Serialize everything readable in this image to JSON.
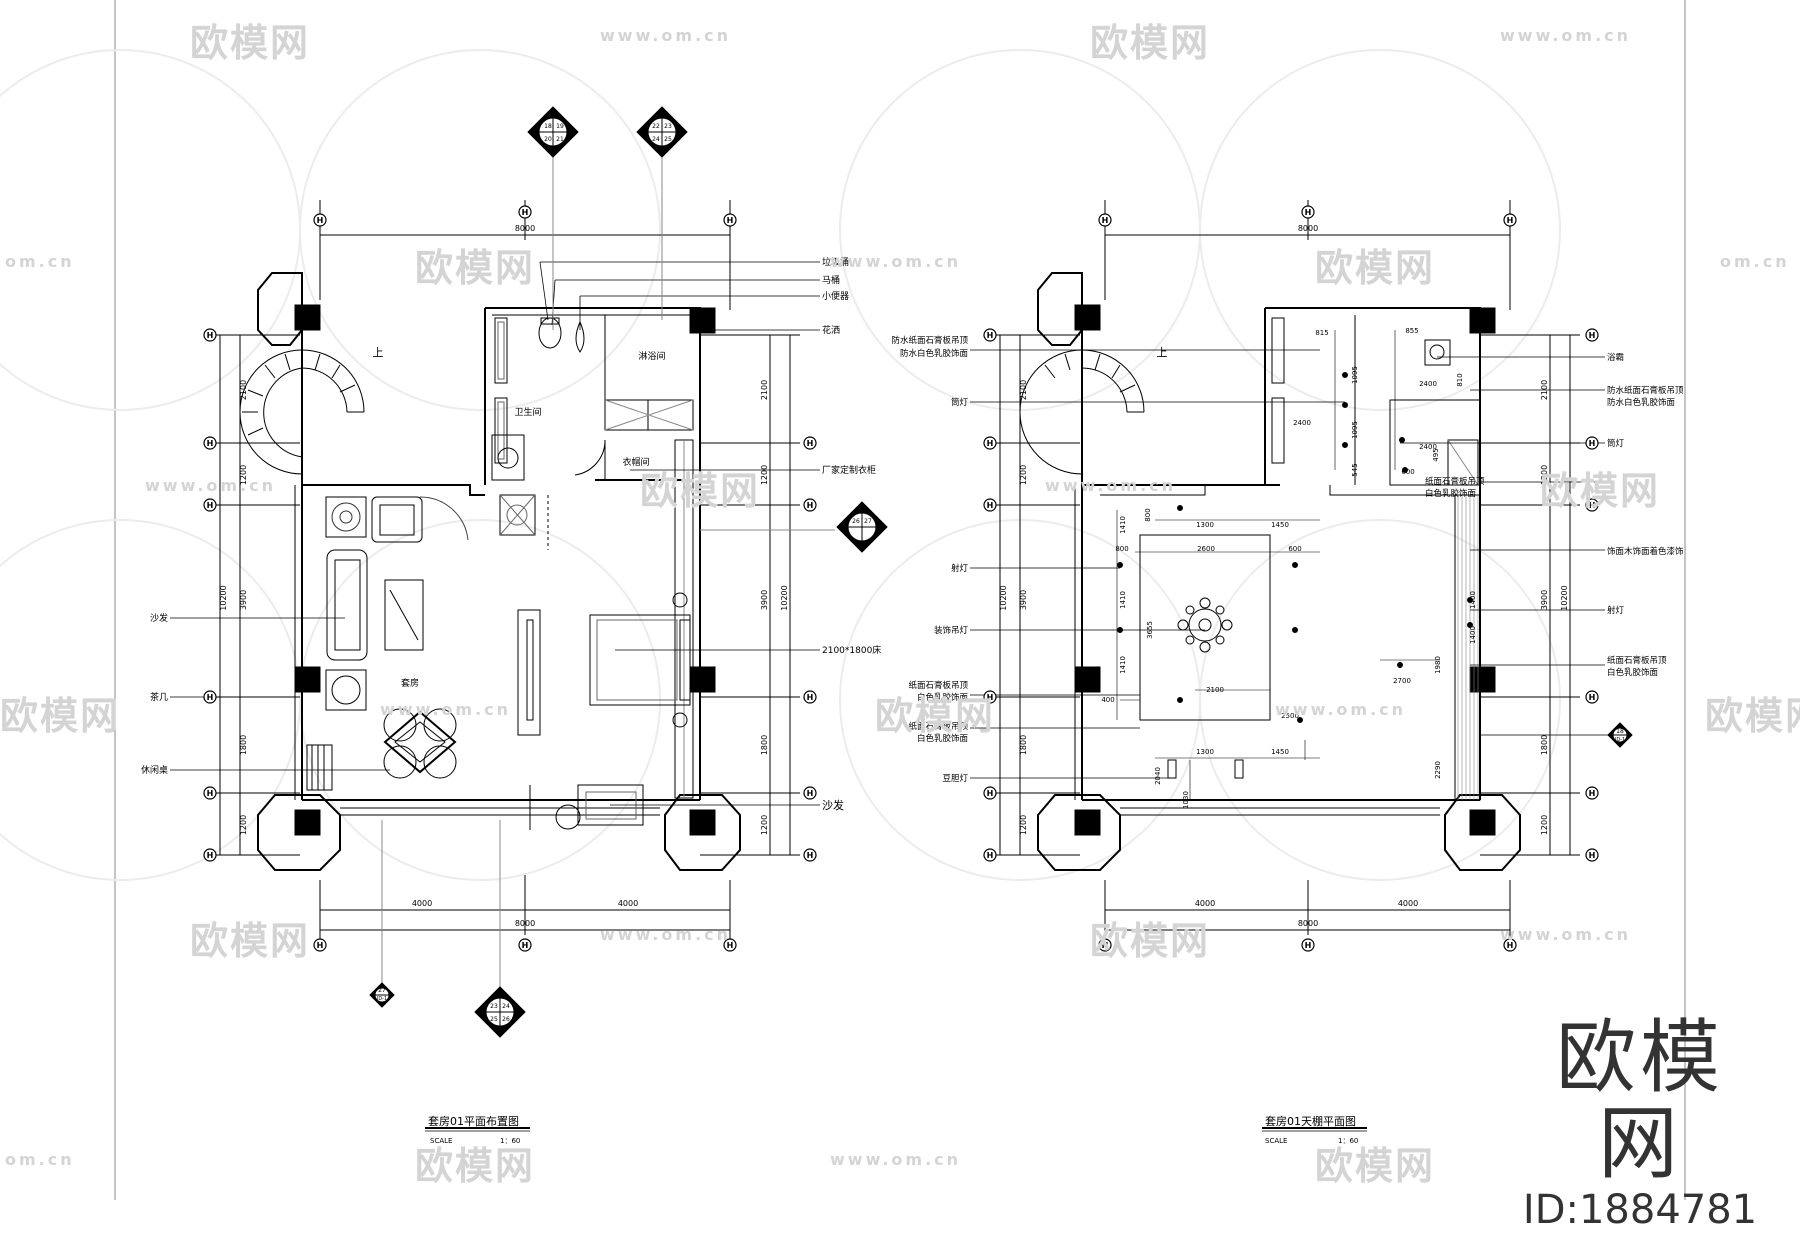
{
  "watermark": {
    "logo_text": "欧模网",
    "url": "www.om.cn",
    "url_short": "om.cn",
    "logo_partial": "欧模网"
  },
  "brand": {
    "name": "欧模网",
    "id": "ID:1884781"
  },
  "grid": {
    "marker": "H"
  },
  "sym": {
    "n1": "18",
    "n2": "19",
    "n3": "20",
    "n4": "21",
    "n5": "22",
    "n6": "23",
    "n7": "24",
    "n8": "25",
    "n9": "26",
    "n10": "27",
    "sheet": "ID-1"
  },
  "left_plan": {
    "title": "套房01平面布置图",
    "scale_label": "SCALE",
    "scale_value": "1：60",
    "dims": {
      "top_total": "8000",
      "bottom_a": "4000",
      "bottom_b": "4000",
      "bottom_total": "8000",
      "left_a": "2100",
      "left_b": "1200",
      "left_c": "3900",
      "left_d": "1800",
      "left_e": "1200",
      "left_total": "10200",
      "right_a": "2100",
      "right_b": "1200",
      "right_c": "3900",
      "right_d": "1800",
      "right_e": "1200",
      "right_total": "10200"
    },
    "rooms": {
      "bath": "卫生间",
      "shower": "淋浴间",
      "closet": "衣帽间",
      "suite": "套房",
      "up": "上"
    },
    "callouts": {
      "r1": "垃圾桶",
      "r2": "马桶",
      "r3": "小便器",
      "r4": "花洒",
      "r5": "厂家定制衣柜",
      "r6": "2100*1800床",
      "r7": "沙发",
      "l1": "沙发",
      "l2": "茶几",
      "l3": "休闲桌"
    }
  },
  "right_plan": {
    "title": "套房01天棚平面图",
    "scale_label": "SCALE",
    "scale_value": "1：60",
    "dims": {
      "top_total": "8000",
      "bottom_a": "4000",
      "bottom_b": "4000",
      "bottom_total": "8000",
      "left_a": "2100",
      "left_b": "1200",
      "left_c": "3900",
      "left_d": "1800",
      "left_e": "1200",
      "left_total": "10200",
      "right_a": "2100",
      "right_b": "1200",
      "right_c": "3900",
      "right_d": "1800",
      "right_e": "1200",
      "right_total": "10200",
      "i1": "815",
      "i2": "855",
      "i3": "1095",
      "i4": "810",
      "i5": "1095",
      "i6": "2400",
      "i7": "2400",
      "i8": "2400",
      "i9": "545",
      "i10": "495",
      "i11": "600",
      "i12": "800",
      "i13": "1300",
      "i14": "1450",
      "i15": "1410",
      "i16": "800",
      "i17": "2600",
      "i18": "600",
      "i19": "1410",
      "i20": "3655",
      "i21": "1410",
      "i22": "2100",
      "i23": "400",
      "i24": "2500",
      "i25": "1980",
      "i26": "2700",
      "i27": "1300",
      "i28": "1450",
      "i29": "2040",
      "i30": "1030",
      "i31": "2290",
      "i32": "1400",
      "i33": "1400"
    },
    "callouts": {
      "l1": "防水纸面石膏板吊顶",
      "l1b": "防水白色乳胶饰面",
      "l2": "筒灯",
      "l3": "射灯",
      "l4": "装饰吊灯",
      "l5": "纸面石膏板吊顶",
      "l5b": "白色乳胶饰面",
      "l6": "纸面石膏板吊顶",
      "l6b": "白色乳胶饰面",
      "l7": "豆胆灯",
      "r1": "浴霸",
      "r2": "防水纸面石膏板吊顶",
      "r2b": "防水白色乳胶饰面",
      "r3": "筒灯",
      "r4": "纸面石膏板吊顶",
      "r4b": "白色乳胶饰面",
      "r5": "饰面木饰面着色漆饰",
      "r6": "射灯",
      "r7": "纸面石膏板吊顶",
      "r7b": "白色乳胶饰面"
    },
    "up": "上"
  }
}
